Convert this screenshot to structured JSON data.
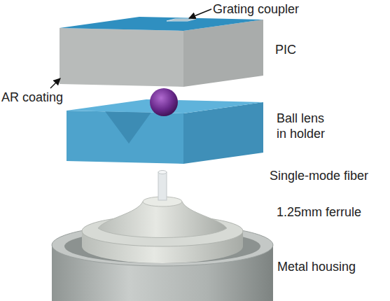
{
  "diagram": {
    "labels": [
      "Grating coupler",
      "PIC",
      "AR coating",
      "Ball lens in holder",
      "Single-mode fiber",
      "1.25mm ferrule",
      "Metal housing"
    ]
  }
}
